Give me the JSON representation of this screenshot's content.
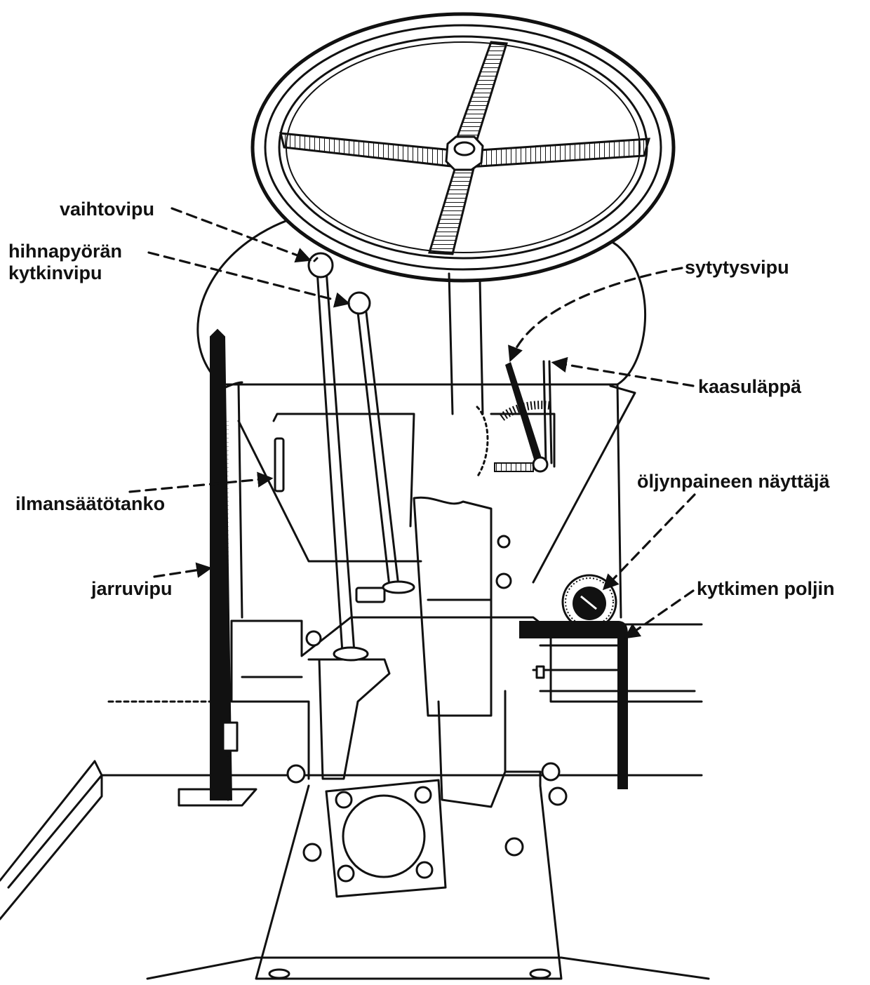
{
  "diagram": {
    "labels": {
      "vaihtovipu": "vaihtovipu",
      "hihnapyoran_line1": "hihnapyörän",
      "hihnapyoran_line2": "kytkinvipu",
      "sytytysvipu": "sytytysvipu",
      "kaasulappa": "kaasuläppä",
      "ilmansaatotanko": "ilmansäätötanko",
      "oljynpaineen": "öljynpaineen näyttäjä",
      "jarruvipu": "jarruvipu",
      "kytkimen_poljin": "kytkimen poljin"
    },
    "colors": {
      "ink": "#111111",
      "paper": "#ffffff"
    }
  }
}
